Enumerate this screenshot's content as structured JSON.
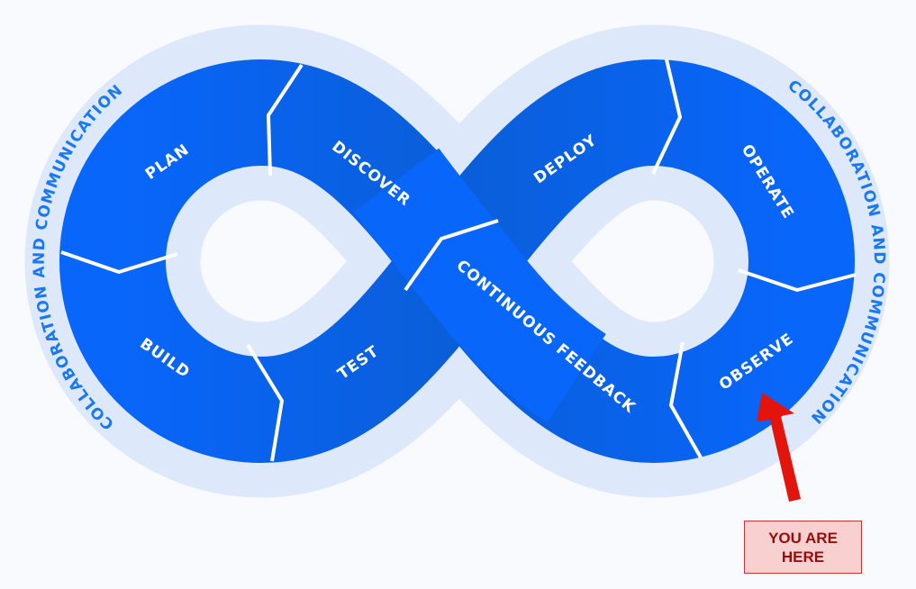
{
  "stages": {
    "plan": "PLAN",
    "discover": "DISCOVER",
    "build": "BUILD",
    "test": "TEST",
    "deploy": "DEPLOY",
    "operate": "OPERATE",
    "continuous_feedback": "CONTINUOUS FEEDBACK",
    "observe": "OBSERVE"
  },
  "ring_label_left": "COLLABORATION AND COMMUNICATION",
  "ring_label_right": "COLLABORATION AND COMMUNICATION",
  "marker": {
    "label": "YOU ARE\nHERE",
    "points_to": "OBSERVE"
  },
  "colors": {
    "band": "#0866fb",
    "halo": "#dde9fb",
    "arrow": "#e3140c",
    "marker_bg": "#f8d0cf",
    "marker_text": "#9a0c0c"
  }
}
